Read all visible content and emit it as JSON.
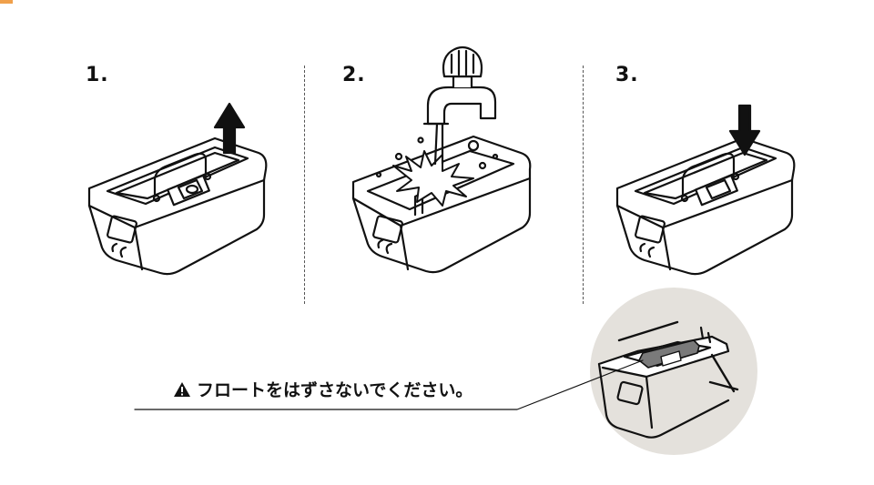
{
  "steps": [
    {
      "number": "1.",
      "action": "lift-out-arrow"
    },
    {
      "number": "2.",
      "action": "rinse-under-faucet"
    },
    {
      "number": "3.",
      "action": "put-back-arrow"
    }
  ],
  "caution": {
    "icon": "warning-triangle-icon",
    "text": "フロートをはずさないでください。"
  },
  "colors": {
    "line": "#111111",
    "detail_circle": "#e4e1dc",
    "float_part": "#7a7a7a",
    "corner_accent": "#f0a04b"
  }
}
